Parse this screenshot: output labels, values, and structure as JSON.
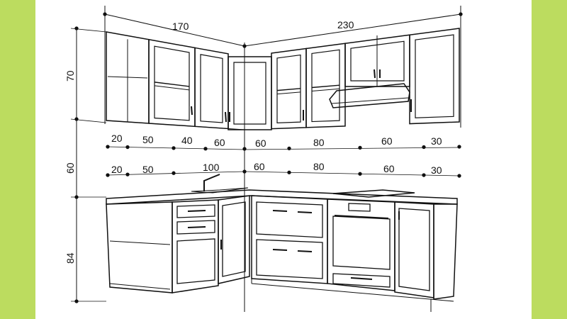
{
  "diagram": {
    "title_dims": {
      "left_run_width": "170",
      "right_run_width": "230"
    },
    "vertical_dims": {
      "upper_height": "70",
      "gap_height": "60",
      "base_height": "84"
    },
    "upper_row": [
      "20",
      "50",
      "40",
      "60",
      "60",
      "80",
      "60",
      "30"
    ],
    "lower_row": [
      "20",
      "50",
      "100",
      "60",
      "80",
      "60",
      "30"
    ]
  },
  "colors": {
    "side_bars": "#bcdc5f",
    "background": "#ffffff",
    "lines": "#111111"
  }
}
